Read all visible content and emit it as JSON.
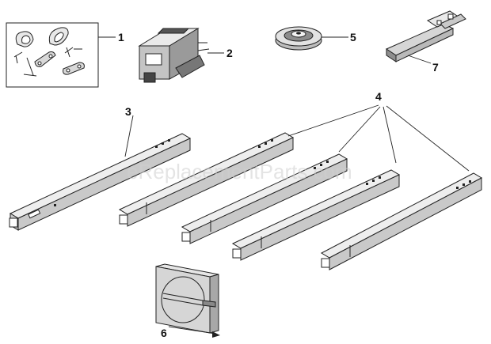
{
  "watermark": "eReplacementParts.com",
  "callouts": {
    "c1": "1",
    "c2": "2",
    "c3": "3",
    "c4": "4",
    "c5": "5",
    "c6": "6",
    "c7": "7"
  },
  "colors": {
    "line": "#222222",
    "rail_face": "#c9c9c9",
    "rail_top": "#eeeeee",
    "watermark": "#cfcfcf"
  }
}
